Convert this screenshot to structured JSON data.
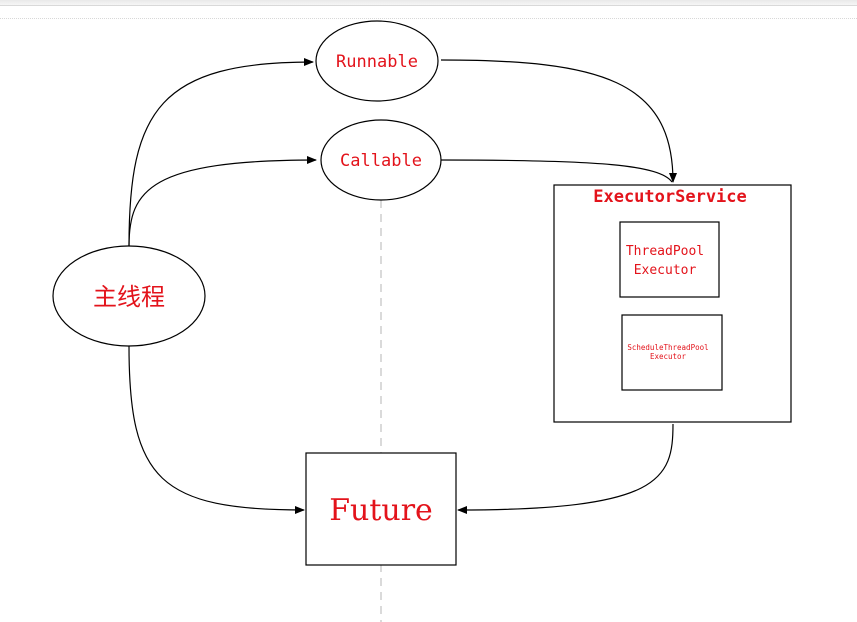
{
  "diagram": {
    "nodes": {
      "main_thread": "主线程",
      "runnable": "Runnable",
      "callable": "Callable",
      "executor_service": "ExecutorService",
      "thread_pool_line1": "ThreadPool",
      "thread_pool_line2": "Executor",
      "schedule_pool_line1": "ScheduleThreadPool",
      "schedule_pool_line2": "Executor",
      "future": "Future"
    },
    "edges": [
      {
        "from": "main_thread",
        "to": "runnable"
      },
      {
        "from": "main_thread",
        "to": "callable"
      },
      {
        "from": "main_thread",
        "to": "future"
      },
      {
        "from": "runnable",
        "to": "executor_service"
      },
      {
        "from": "callable",
        "to": "executor_service"
      },
      {
        "from": "executor_service",
        "to": "future"
      }
    ],
    "colors": {
      "text": "#e3131b",
      "stroke": "#000000",
      "guide": "#b5b5b5"
    }
  }
}
